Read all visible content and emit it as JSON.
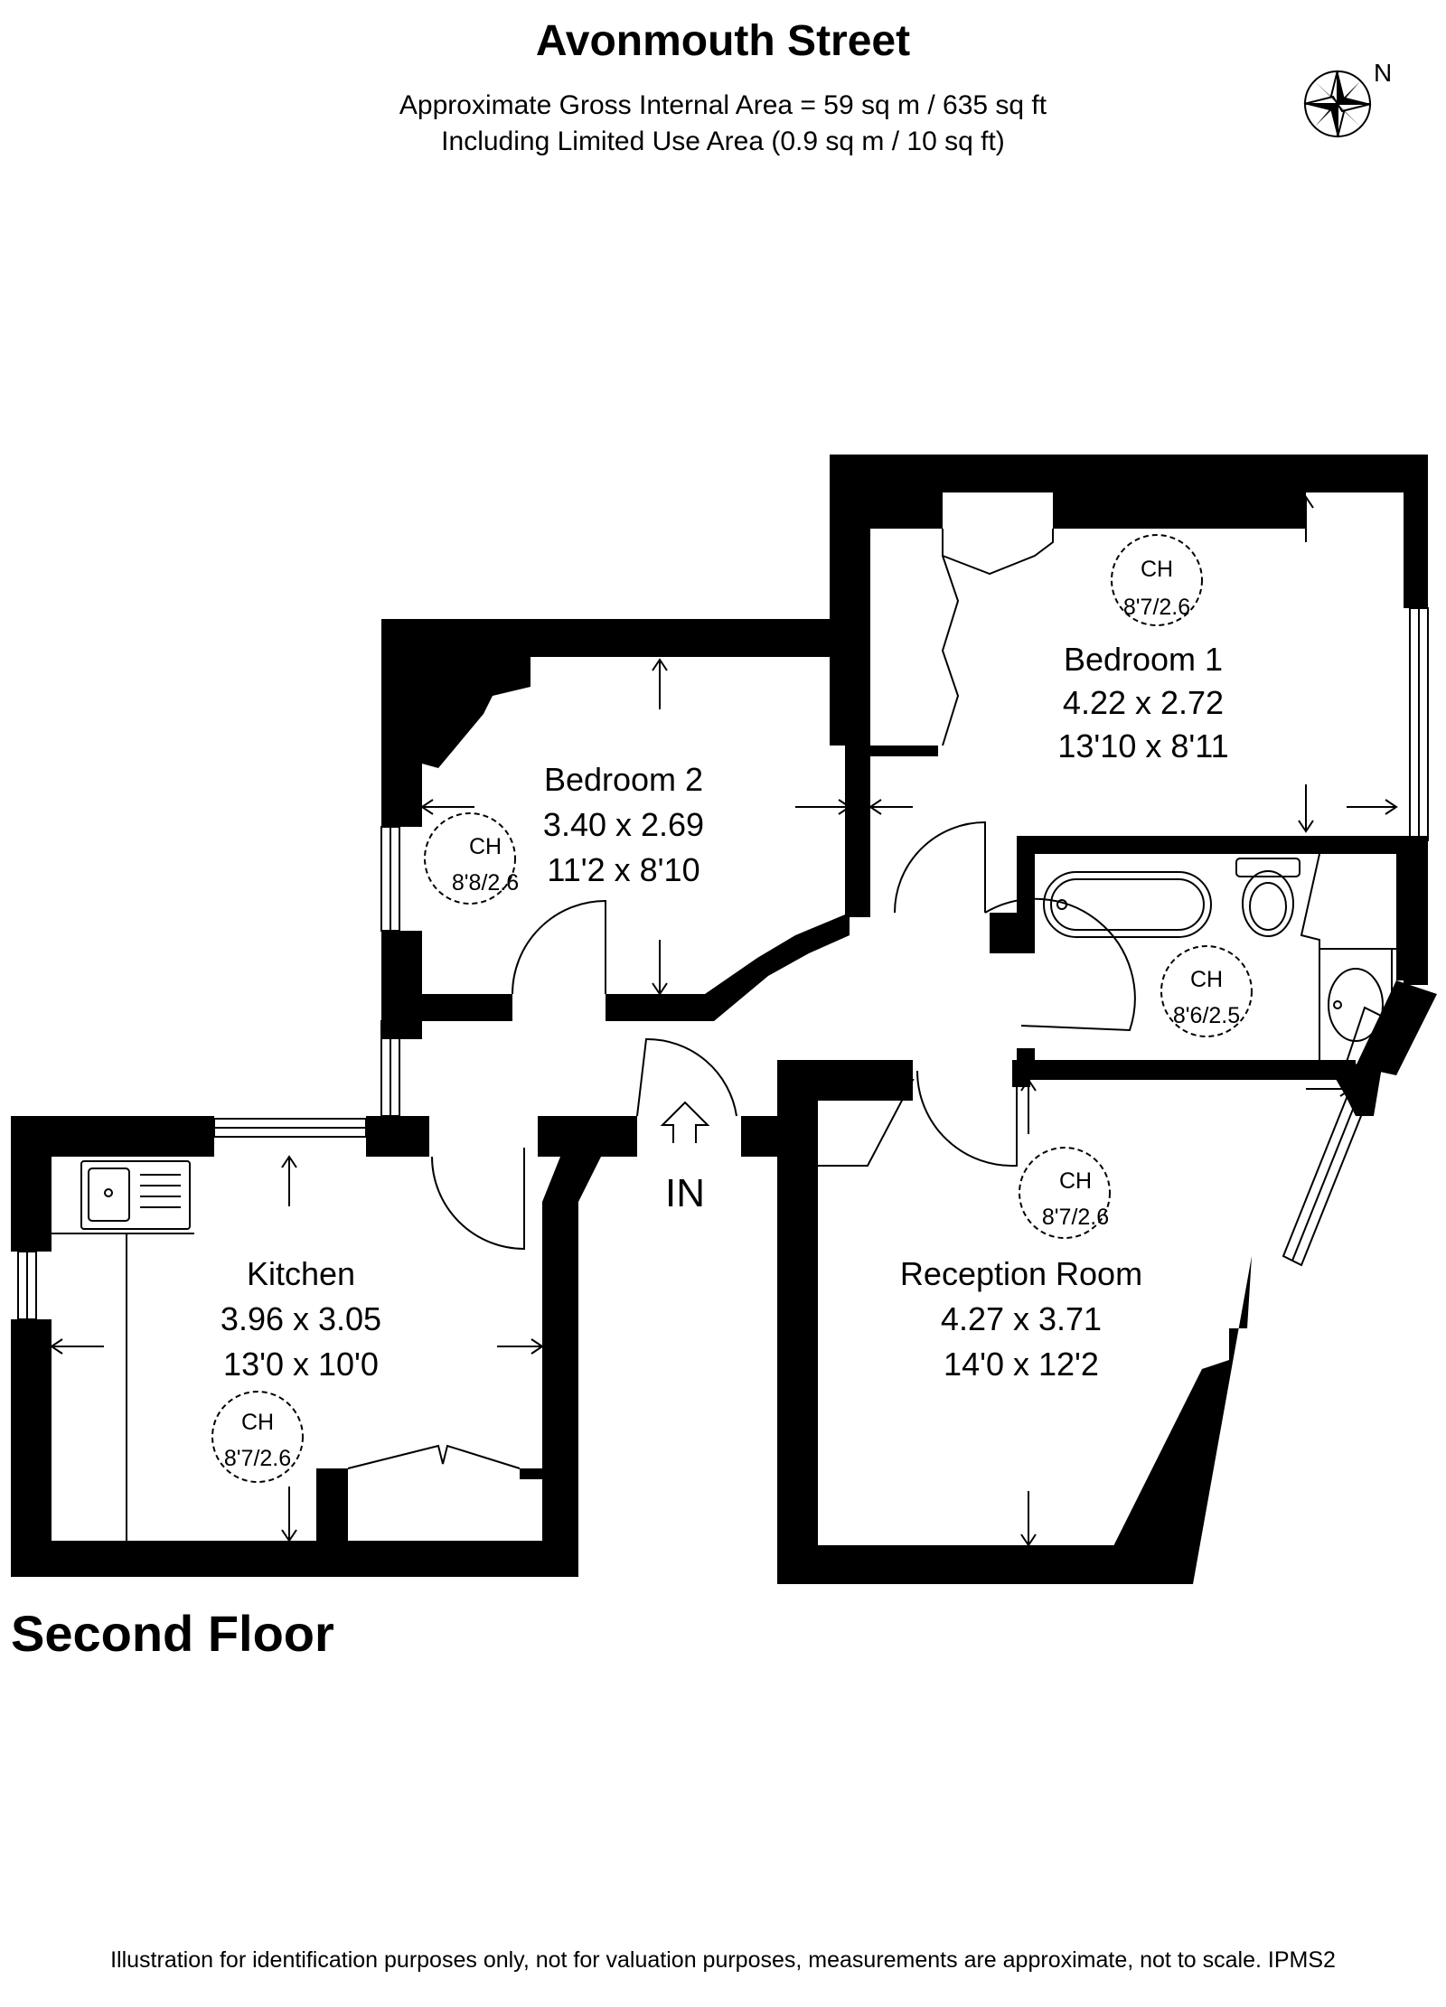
{
  "header": {
    "title": "Avonmouth Street",
    "gross_area_line": "Approximate Gross Internal Area =  59  sq m / 635 sq ft",
    "limited_use_line": "Including Limited Use Area (0.9 sq m / 10 sq ft)"
  },
  "compass": {
    "label": "N"
  },
  "rooms": {
    "bedroom1": {
      "name": "Bedroom 1",
      "metric": "4.22 x 2.72",
      "imperial": "13'10 x 8'11",
      "ch_label": "CH",
      "ch_value": "8'7/2.6"
    },
    "bedroom2": {
      "name": "Bedroom 2",
      "metric": "3.40 x 2.69",
      "imperial": "11'2 x 8'10",
      "ch_label": "CH",
      "ch_value": "8'8/2.6"
    },
    "bathroom": {
      "ch_label": "CH",
      "ch_value": "8'6/2.5"
    },
    "kitchen": {
      "name": "Kitchen",
      "metric": "3.96 x 3.05",
      "imperial": "13'0 x 10'0",
      "ch_label": "CH",
      "ch_value": "8'7/2.6"
    },
    "reception": {
      "name": "Reception Room",
      "metric": "4.27 x 3.71",
      "imperial": "14'0 x 12'2",
      "ch_label": "CH",
      "ch_value": "8'7/2.6"
    }
  },
  "entrance": {
    "label": "IN"
  },
  "floor": {
    "label": "Second Floor"
  },
  "footer": {
    "disclaimer": "Illustration for identification purposes only, not for valuation purposes, measurements are approximate, not to scale. IPMS2"
  }
}
